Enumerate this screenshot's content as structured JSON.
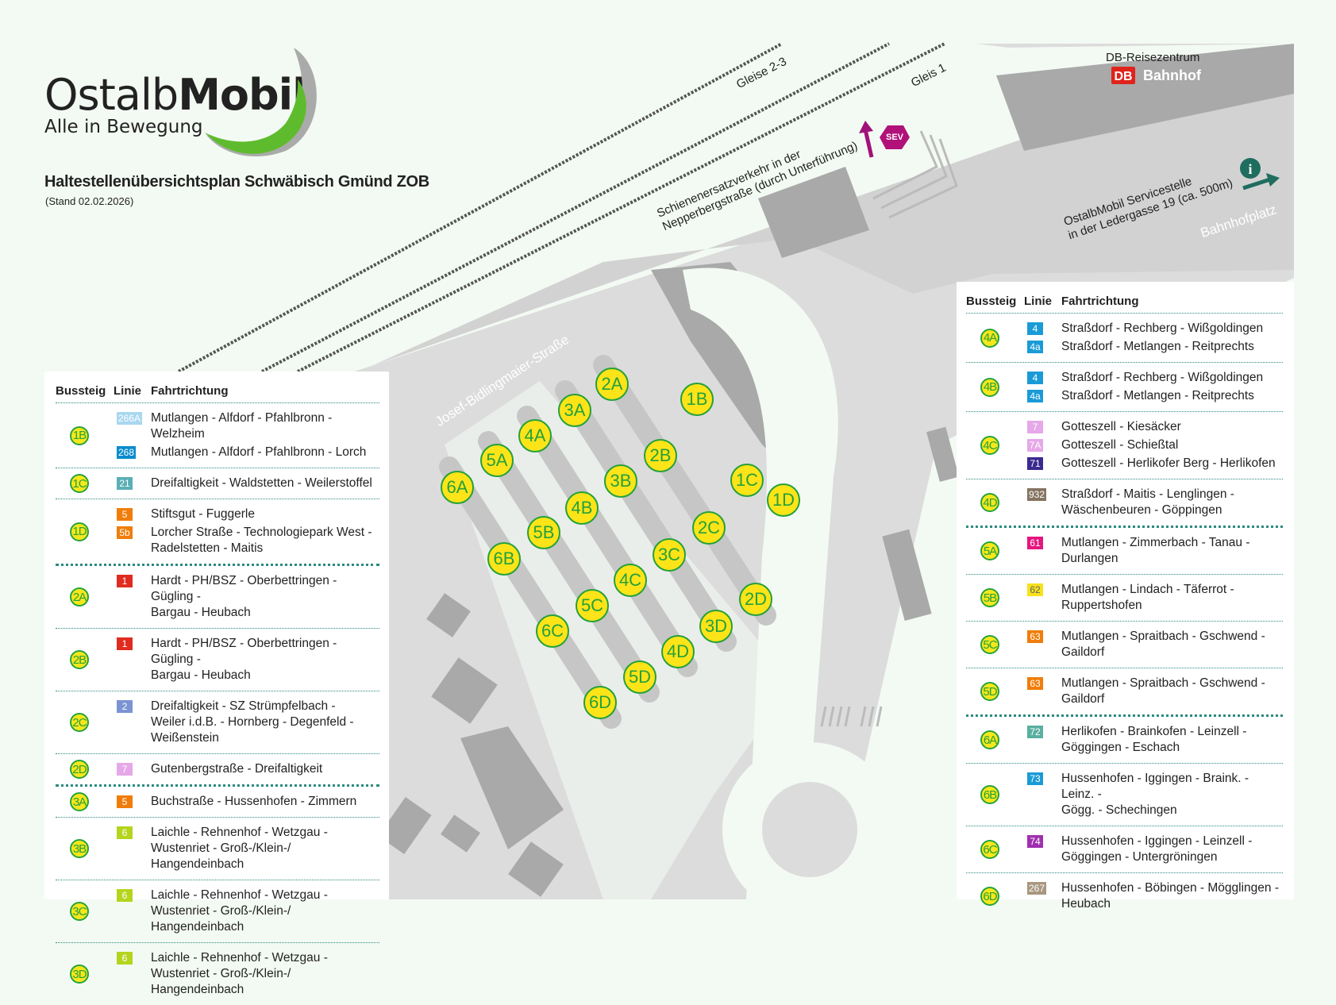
{
  "logo": {
    "name_light": "Ostalb",
    "name_bold": "Mobil",
    "tagline": "Alle in Bewegung"
  },
  "title": "Haltestellenübersichtsplan Schwäbisch Gmünd ZOB",
  "stand": "(Stand 02.02.2026)",
  "map_labels": {
    "gleise23": "Gleise 2-3",
    "gleis1": "Gleis 1",
    "sev_text": "Schienenersatzverkehr in der\nNepperbergstraße (durch Unterführung)",
    "sev": "SEV",
    "db_center": "DB-Reisezentrum",
    "db_logo": "DB",
    "bahnhof": "Bahnhof",
    "service": "OstalbMobil Servicestelle\nin der Ledergasse 19 (ca. 500m)",
    "bahnhofplatz": "Bahnhofplatz",
    "street": "Josef-Bidlingmaier-Straße",
    "info": "i"
  },
  "stops": [
    "1B",
    "1C",
    "1D",
    "2A",
    "2B",
    "2C",
    "2D",
    "3A",
    "3B",
    "3C",
    "3D",
    "4A",
    "4B",
    "4C",
    "4D",
    "5A",
    "5B",
    "5C",
    "5D",
    "6A",
    "6B",
    "6C",
    "6D"
  ],
  "table_headers": {
    "bussteig": "Bussteig",
    "linie": "Linie",
    "fahrtrichtung": "Fahrtrichtung"
  },
  "left_table": [
    {
      "stop": "1B",
      "lines": [
        {
          "num": "266A",
          "color": "#a9d7f0",
          "dir": "Mutlangen - Alfdorf - Pfahlbronn - Welzheim"
        },
        {
          "num": "268",
          "color": "#0a8ccd",
          "dir": "Mutlangen - Alfdorf - Pfahlbronn - Lorch"
        }
      ]
    },
    {
      "stop": "1C",
      "lines": [
        {
          "num": "21",
          "color": "#5aafb5",
          "dir": "Dreifaltigkeit - Waldstetten - Weilerstoffel"
        }
      ]
    },
    {
      "stop": "1D",
      "thick": true,
      "lines": [
        {
          "num": "5",
          "color": "#f07d0a",
          "dir": "Stiftsgut - Fuggerle"
        },
        {
          "num": "5b",
          "color": "#f07d0a",
          "dir": "Lorcher Straße - Technologiepark West -\nRadelstetten - Maitis"
        }
      ]
    },
    {
      "stop": "2A",
      "lines": [
        {
          "num": "1",
          "color": "#e02b20",
          "dir": "Hardt - PH/BSZ - Oberbettringen - Gügling -\nBargau - Heubach"
        }
      ]
    },
    {
      "stop": "2B",
      "lines": [
        {
          "num": "1",
          "color": "#e02b20",
          "dir": "Hardt - PH/BSZ - Oberbettringen - Gügling -\nBargau - Heubach"
        }
      ]
    },
    {
      "stop": "2C",
      "lines": [
        {
          "num": "2",
          "color": "#7b93d3",
          "dir": "Dreifaltigkeit - SZ Strümpfelbach -\nWeiler i.d.B. - Hornberg - Degenfeld -\nWeißenstein"
        }
      ]
    },
    {
      "stop": "2D",
      "thick": true,
      "lines": [
        {
          "num": "7",
          "color": "#e6a8e8",
          "dir": "Gutenbergstraße - Dreifaltigkeit"
        }
      ]
    },
    {
      "stop": "3A",
      "lines": [
        {
          "num": "5",
          "color": "#f07d0a",
          "dir": "Buchstraße - Hussenhofen - Zimmern"
        }
      ]
    },
    {
      "stop": "3B",
      "lines": [
        {
          "num": "6",
          "color": "#b4d41e",
          "dir": "Laichle - Rehnenhof - Wetzgau -\nWustenriet - Groß-/Klein-/ Hangendeinbach"
        }
      ]
    },
    {
      "stop": "3C",
      "lines": [
        {
          "num": "6",
          "color": "#b4d41e",
          "dir": "Laichle - Rehnenhof - Wetzgau -\nWustenriet - Groß-/Klein-/ Hangendeinbach"
        }
      ]
    },
    {
      "stop": "3D",
      "last": true,
      "lines": [
        {
          "num": "6",
          "color": "#b4d41e",
          "dir": "Laichle - Rehnenhof - Wetzgau -\nWustenriet - Groß-/Klein-/ Hangendeinbach"
        }
      ]
    }
  ],
  "right_table": [
    {
      "stop": "4A",
      "lines": [
        {
          "num": "4",
          "color": "#1a9bd7",
          "dir": "Straßdorf - Rechberg - Wißgoldingen"
        },
        {
          "num": "4a",
          "color": "#1a9bd7",
          "dir": "Straßdorf - Metlangen - Reitprechts"
        }
      ]
    },
    {
      "stop": "4B",
      "lines": [
        {
          "num": "4",
          "color": "#1a9bd7",
          "dir": "Straßdorf - Rechberg - Wißgoldingen"
        },
        {
          "num": "4a",
          "color": "#1a9bd7",
          "dir": "Straßdorf - Metlangen - Reitprechts"
        }
      ]
    },
    {
      "stop": "4C",
      "lines": [
        {
          "num": "7",
          "color": "#e6a8e8",
          "dir": "Gotteszell - Kiesäcker"
        },
        {
          "num": "7A",
          "color": "#e6a8e8",
          "dir": "Gotteszell - Schießtal"
        },
        {
          "num": "71",
          "color": "#3a2a8f",
          "dir": "Gotteszell - Herlikofer Berg - Herlikofen"
        }
      ]
    },
    {
      "stop": "4D",
      "thick": true,
      "lines": [
        {
          "num": "932",
          "color": "#857461",
          "dir": "Straßdorf - Maitis - Lenglingen -\nWäschenbeuren - Göppingen"
        }
      ]
    },
    {
      "stop": "5A",
      "lines": [
        {
          "num": "61",
          "color": "#e5157e",
          "dir": "Mutlangen - Zimmerbach - Tanau -\nDurlangen"
        }
      ]
    },
    {
      "stop": "5B",
      "lines": [
        {
          "num": "62",
          "color": "#f7e11c",
          "text_color": "#666",
          "dir": "Mutlangen - Lindach - Täferrot -\nRuppertshofen"
        }
      ]
    },
    {
      "stop": "5C",
      "lines": [
        {
          "num": "63",
          "color": "#f07d0a",
          "dir": "Mutlangen - Spraitbach - Gschwend -\nGaildorf"
        }
      ]
    },
    {
      "stop": "5D",
      "thick": true,
      "lines": [
        {
          "num": "63",
          "color": "#f07d0a",
          "dir": "Mutlangen - Spraitbach - Gschwend -\nGaildorf"
        }
      ]
    },
    {
      "stop": "6A",
      "lines": [
        {
          "num": "72",
          "color": "#5aafa0",
          "dir": "Herlikofen - Brainkofen - Leinzell -\nGöggingen - Eschach"
        }
      ]
    },
    {
      "stop": "6B",
      "lines": [
        {
          "num": "73",
          "color": "#1a9bd7",
          "dir": "Hussenhofen - Iggingen - Braink. - Leinz. -\nGögg. - Schechingen"
        }
      ]
    },
    {
      "stop": "6C",
      "lines": [
        {
          "num": "74",
          "color": "#a030b0",
          "dir": "Hussenhofen - Iggingen - Leinzell -\nGöggingen - Untergröningen"
        }
      ]
    },
    {
      "stop": "6D",
      "last": true,
      "lines": [
        {
          "num": "267",
          "color": "#a89880",
          "dir": "Hussenhofen - Böbingen - Mögglingen -\nHeubach"
        }
      ]
    }
  ],
  "colors": {
    "badge_fill": "#fde418",
    "badge_stroke": "#24a13a",
    "divider": "#2a8a80",
    "sev": "#b0127a"
  }
}
